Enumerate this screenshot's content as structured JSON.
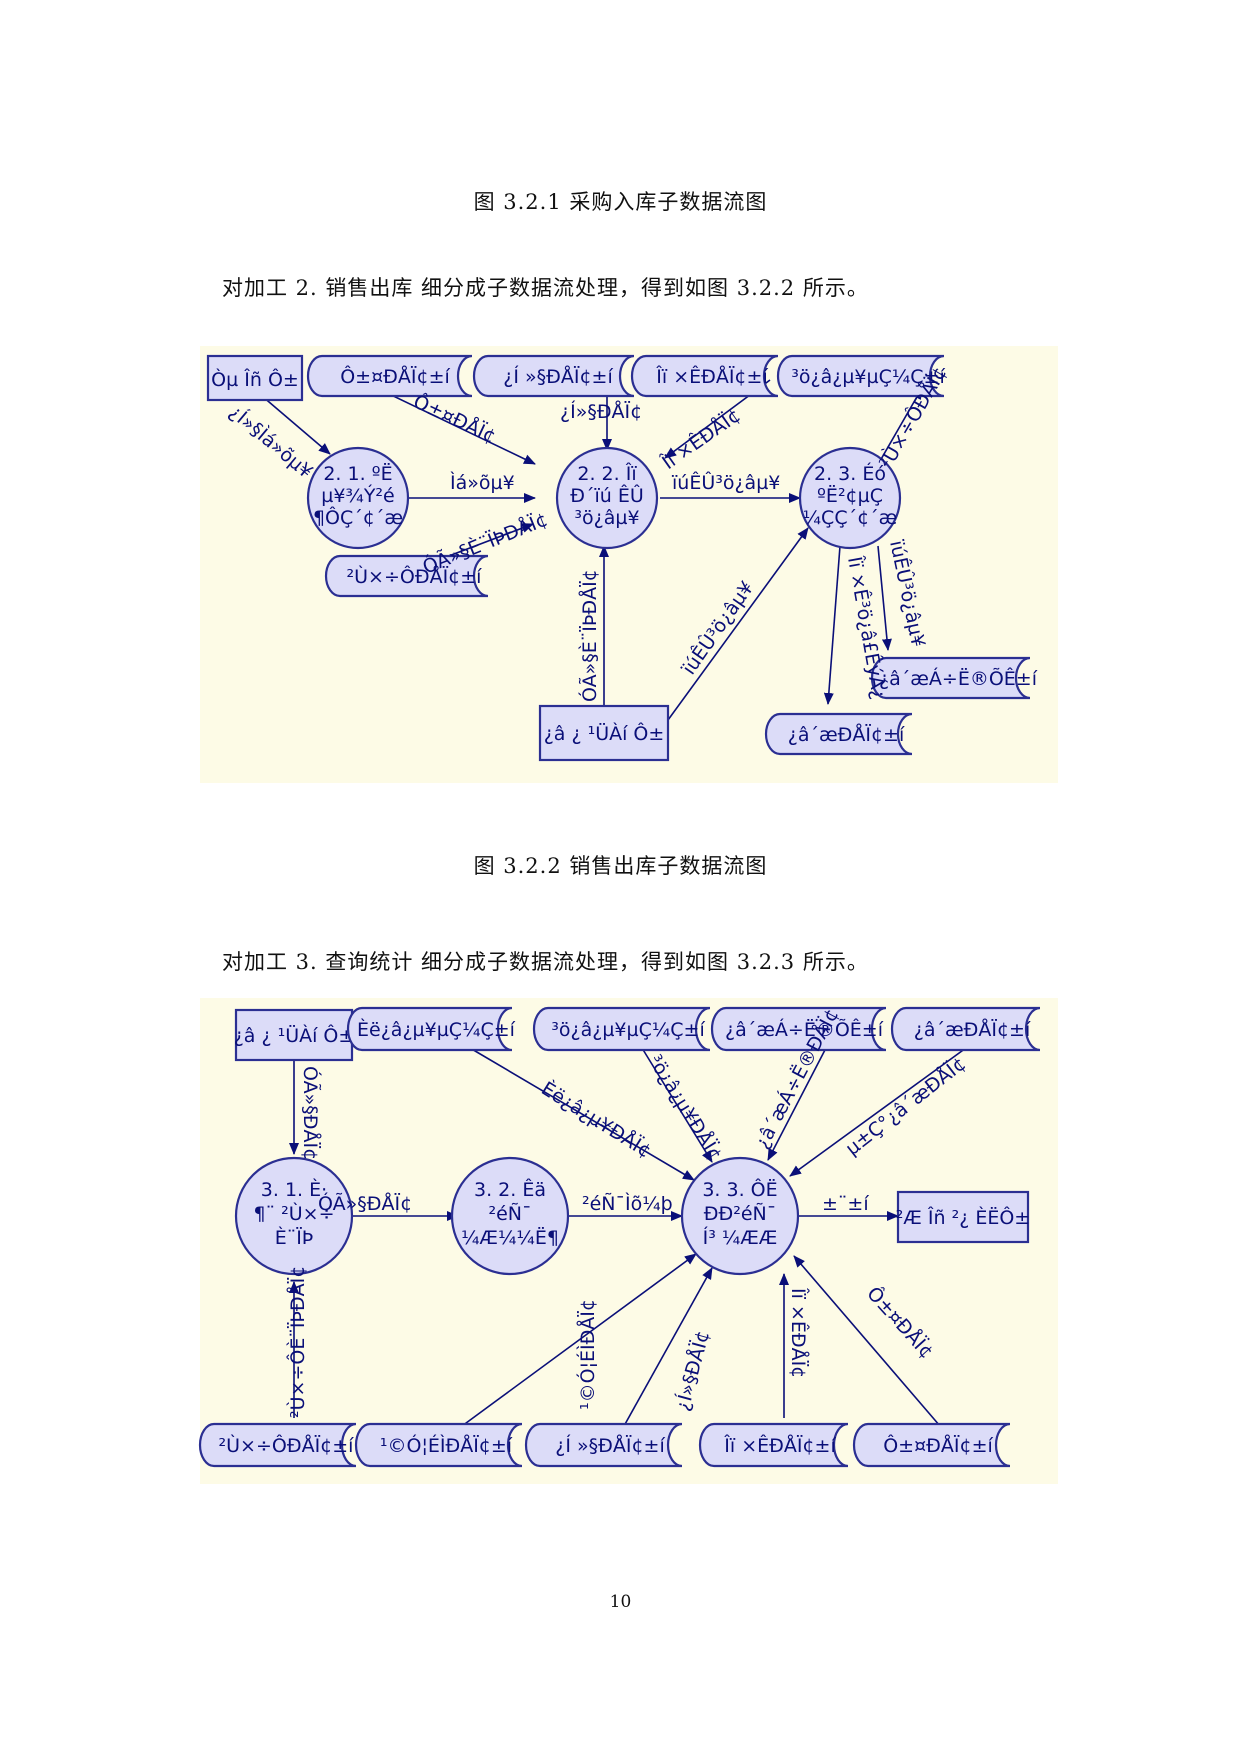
{
  "top_caption": "图 3.2.1  采购入库子数据流图",
  "para1": "对加工 2. 销售出库  细分成子数据流处理，得到如图 3.2.2 所示。",
  "fig2": {
    "ext_entities": [
      "Òµ Îñ Ô±",
      "¿â ¿ ¹ÜÀí Ô±"
    ],
    "stores": [
      "Ô±¤ÐÅÏ¢±í",
      "¿Í »§ÐÅÏ¢±í",
      "Îï ×ÊÐÅÏ¢±í",
      "³ö¿â¿µ¥µÇ¼Ç±í",
      "²Ù×÷ÔÐÅÏ¢±í",
      "¿â´æÁ÷Ë®ÕÊ±í",
      "¿â´æÐÅÏ¢±í"
    ],
    "processes": [
      [
        "2. 1. ºË",
        "µ¥¾Ý²é",
        "¶ÔÇ´¢´æ"
      ],
      [
        "2. 2. Îï",
        "Ð´ïú ÊÛ",
        "³ö¿âµ¥"
      ],
      [
        "2. 3. Éó",
        "ºË²¢µÇ",
        "¼ÇÇ´¢´æ"
      ]
    ],
    "flows": [
      "¿Í»§Ìá»õµ¥",
      "Ô±¤ÐÅÏ¢",
      "Ìá»õµ¥",
      "¿Í»§ÐÅÏ¢",
      "Îï ×ÊÐÅÏ¢",
      "ïúÊÛ³ö¿âµ¥",
      "²Ù×÷ÔÐÅÏ¢",
      "ÓÃ»§È¨ÏÞÐÅÏ¢",
      "ÓÃ»§È¨ÏÞÐÅÏ¢",
      "ïúÊÛ³ö¿âµ¥",
      "Îï ×Ê³ö¿â£ÊýÁ¿",
      "ïúÊÛ³ö¿âµ¥"
    ]
  },
  "caption2": "图 3.2.2  销售出库子数据流图",
  "para2": "对加工 3. 查询统计  细分成子数据流处理，得到如图 3.2.3 所示。",
  "fig3": {
    "ext_entities": [
      "¿â ¿ ¹ÜÀí Ô±",
      "²Æ Îñ ²¿ ÈËÔ±"
    ],
    "stores_top": [
      "Èë¿â¿µ¥µÇ¼Ç±í",
      "³ö¿â¿µ¥µÇ¼Ç±í",
      "¿â´æÁ÷Ë®ÕÊ±í",
      "¿â´æÐÅÏ¢±í"
    ],
    "stores_bottom": [
      "²Ù×÷ÔÐÅÏ¢±í",
      "¹©Ó¦ÉÌÐÅÏ¢±í",
      "¿Í »§ÐÅÏ¢±í",
      "Îï ×ÊÐÅÏ¢±í",
      "Ô±¤ÐÅÏ¢±í"
    ],
    "processes": [
      [
        "3. 1. È·",
        "¶¨ ²Ù×÷",
        "È¨ÏÞ"
      ],
      [
        "3. 2. Êä",
        "²éÑ¯",
        "¼Æ¼¼Ë¶"
      ],
      [
        "3. 3. ÔË",
        "ÐÐ²éÑ¯",
        "Í³ ¼ÆÆ"
      ]
    ],
    "flows": [
      "ÓÃ»§ÐÅÏ¢",
      "ÓÃ»§ÐÅÏ¢",
      "²éÑ¯Ìõ¼þ",
      "Èë¿â¿µ¥ÐÅÏ¢",
      "³ö¿â¿µ¥ÐÅÏ¢",
      "¿â´æÁ÷Ë®ÐÅÏ¢",
      "µ±Ç°¿â´æÐÅÏ¢",
      "±¨±í",
      "²Ù×÷ÔÈ¨ÏÞÐÅÏ¢",
      "¹©Ó¦ÉÌÐÅÏ¢",
      "¿Í»§ÐÅÏ¢",
      "Îï ×ÊÐÅÏ¢",
      "Ô±¤ÐÅÏ¢"
    ]
  },
  "caption3": "",
  "page_number": "10"
}
